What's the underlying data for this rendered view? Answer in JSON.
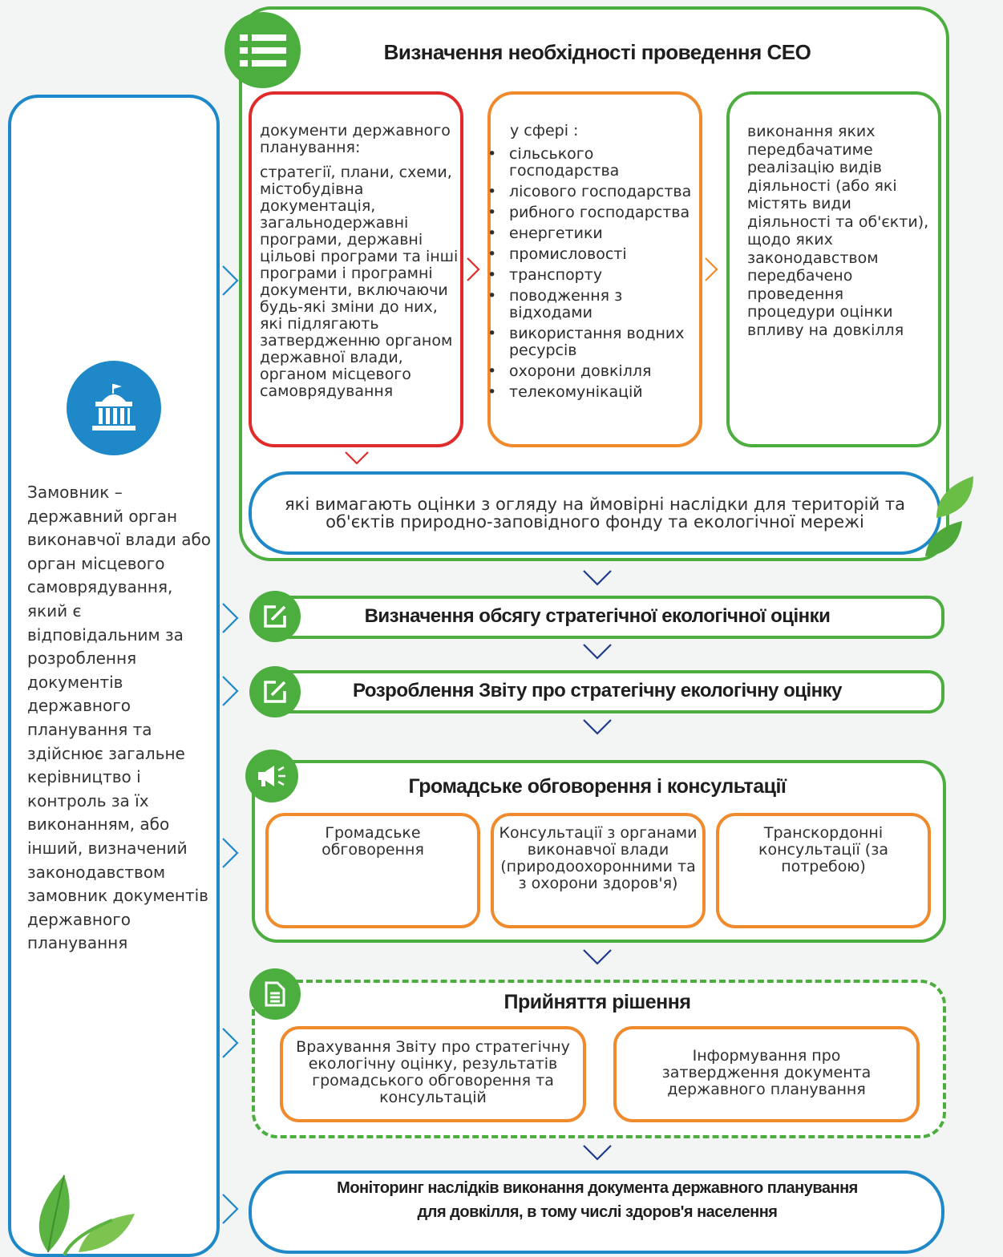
{
  "colors": {
    "green": "#4cae3f",
    "blue": "#1e88c9",
    "red": "#e12b2b",
    "orange": "#ef8b2c"
  },
  "icons": {
    "list": "list-icon",
    "government": "government-building-icon",
    "edit": "edit-icon",
    "megaphone": "megaphone-icon",
    "document": "document-icon",
    "leaf": "leaf-icon"
  },
  "customer": {
    "text": "Замовник – державний орган виконавчої влади або орган місцевого самоврядування, який є відповідальним за розроблення документів державного планування та здійснює загальне керівництво і контроль за їх виконанням, або інший, визначений законодавством замовник документів державного планування"
  },
  "step1": {
    "title": "Визначення необхідності проведення СЕО",
    "documents_heading": "документи державного планування:",
    "documents_body": "стратегії, плани, схеми, містобудівна документація, загальнодержавні програми, державні цільові програми та інші програми і програмні документи, включаючи будь-які зміни до них, які підлягають затвердженню органом державної влади, органом місцевого самоврядування",
    "spheres_heading": "у сфері :",
    "spheres": [
      "сільського господарства",
      "лісового господарства",
      "рибного господарства",
      "енергетики",
      "промисловості",
      "транспорту",
      "поводження з відходами",
      "використання водних ресурсів",
      "охорони довкілля",
      "телекомунікацій"
    ],
    "implementation": "виконання яких передбачатиме реалізацію видів діяльності (або які містять види діяльності та об'єкти), щодо яких законодавством передбачено проведення процедури оцінки впливу на довкілля",
    "assessment": "які вимагають оцінки з огляду на ймовірні наслідки для територій та об'єктів природно-заповідного фонду та екологічної мережі"
  },
  "step2": {
    "title": "Визначення обсягу стратегічної екологічної оцінки"
  },
  "step3": {
    "title": "Розроблення Звіту про стратегічну екологічну оцінку"
  },
  "step4": {
    "title": "Громадське обговорення і консультації",
    "items": [
      "Громадське обговорення",
      "Консультації з органами виконавчої влади (природоохоронними та з охорони здоров'я)",
      "Транскордонні консультації (за потребою)"
    ]
  },
  "step5": {
    "title": "Прийняття рішення",
    "items": [
      "Врахування Звіту про стратегічну екологічну оцінку, результатів громадського обговорення та консультацій",
      "Інформування про затвердження документа державного планування"
    ]
  },
  "step6": {
    "title": "Моніторинг наслідків виконання документа державного планування для довкілля, в тому числі здоров'я населення"
  }
}
